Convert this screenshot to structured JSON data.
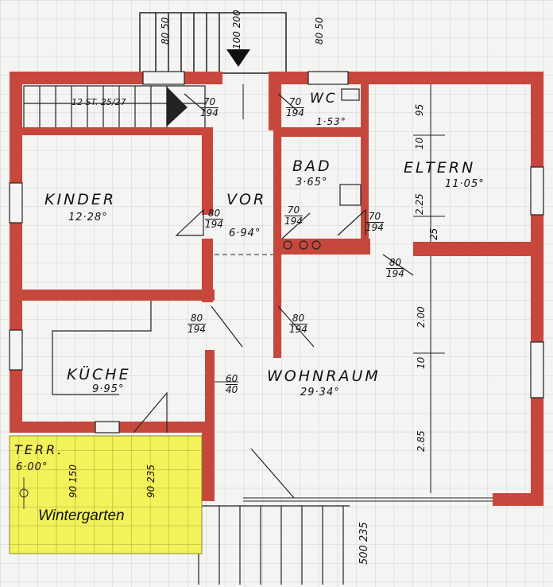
{
  "colors": {
    "wall": "#c8473c",
    "grid": "#c9c9c9",
    "line": "#222222",
    "wintergarten": "#f3f25a",
    "paper": "#f4f4f2"
  },
  "rooms": {
    "kinder": {
      "label": "KINDER",
      "area": "12·28"
    },
    "vor": {
      "label": "VOR",
      "area": "6·94"
    },
    "bad": {
      "label": "BAD",
      "area": "3·65"
    },
    "wc": {
      "label": "WC",
      "area": "1·53"
    },
    "eltern": {
      "label": "ELTERN",
      "area": "11·05"
    },
    "kueche": {
      "label": "KÜCHE",
      "area": "9·95"
    },
    "wohnraum": {
      "label": "WOHNRAUM",
      "area": "29·34"
    },
    "terr": {
      "label": "TERR.",
      "area": "6·00"
    }
  },
  "stair_note": "12 ST. 25/27",
  "wintergarten_label": "Wintergarten",
  "dimensions": {
    "top_left": "80 50",
    "top_center": "100 200",
    "top_right": "80 50",
    "stair_door": {
      "num": "70",
      "den": "194"
    },
    "wc_door": {
      "num": "70",
      "den": "194"
    },
    "kinder_door": {
      "num": "80",
      "den": "194"
    },
    "bad_door_left": {
      "num": "70",
      "den": "194"
    },
    "bad_door_right": {
      "num": "70",
      "den": "194"
    },
    "eltern_door": {
      "num": "80",
      "den": "194"
    },
    "kueche_door": {
      "num": "80",
      "den": "194"
    },
    "wohn_door": {
      "num": "80",
      "den": "194"
    },
    "pass_opening": {
      "num": "60",
      "den": "40"
    },
    "eltern_v1": "95",
    "eltern_v2": "10",
    "eltern_v3": "2.25",
    "eltern_v4": "25",
    "wohn_v1": "2.00",
    "wohn_v2": "10",
    "wohn_v3": "2.85",
    "terr_w1": "90 150",
    "terr_w2": "90 235",
    "bottom_right": "500 235"
  }
}
